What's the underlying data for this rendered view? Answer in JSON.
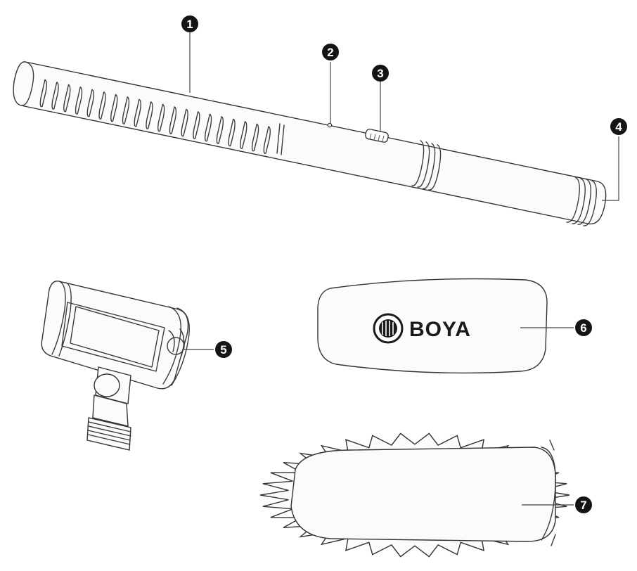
{
  "callouts": [
    {
      "id": "1",
      "label": "1"
    },
    {
      "id": "2",
      "label": "2"
    },
    {
      "id": "3",
      "label": "3"
    },
    {
      "id": "4",
      "label": "4"
    },
    {
      "id": "5",
      "label": "5"
    },
    {
      "id": "6",
      "label": "6"
    },
    {
      "id": "7",
      "label": "7"
    }
  ],
  "brand": {
    "logo_icon": "microphone-grille-icon",
    "text": "BOYA"
  },
  "colors": {
    "line": "#3a3a3a",
    "callout": "#141414",
    "background": "#ffffff"
  }
}
